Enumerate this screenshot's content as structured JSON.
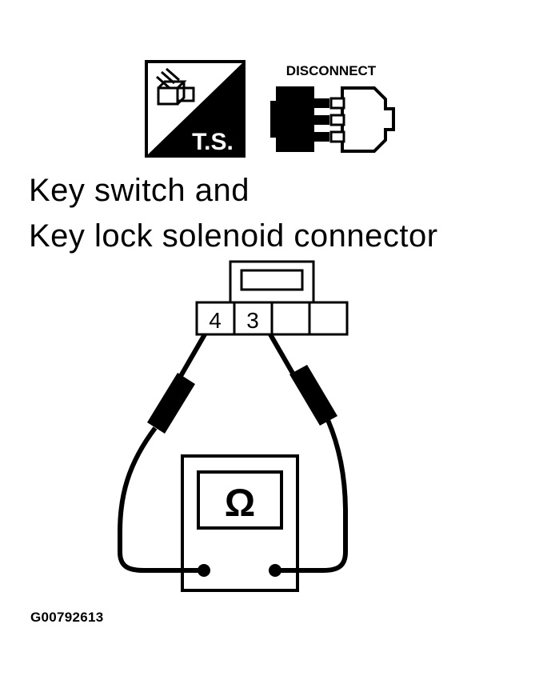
{
  "icons": {
    "ts_badge": {
      "label": "T.S."
    },
    "disconnect": {
      "label": "DISCONNECT"
    }
  },
  "title": {
    "line1": "Key switch and",
    "line2": "Key lock solenoid connector"
  },
  "connector": {
    "terminals": [
      "4",
      "3",
      "",
      ""
    ]
  },
  "meter": {
    "symbol": "Ω"
  },
  "figure_id": "G00792613"
}
